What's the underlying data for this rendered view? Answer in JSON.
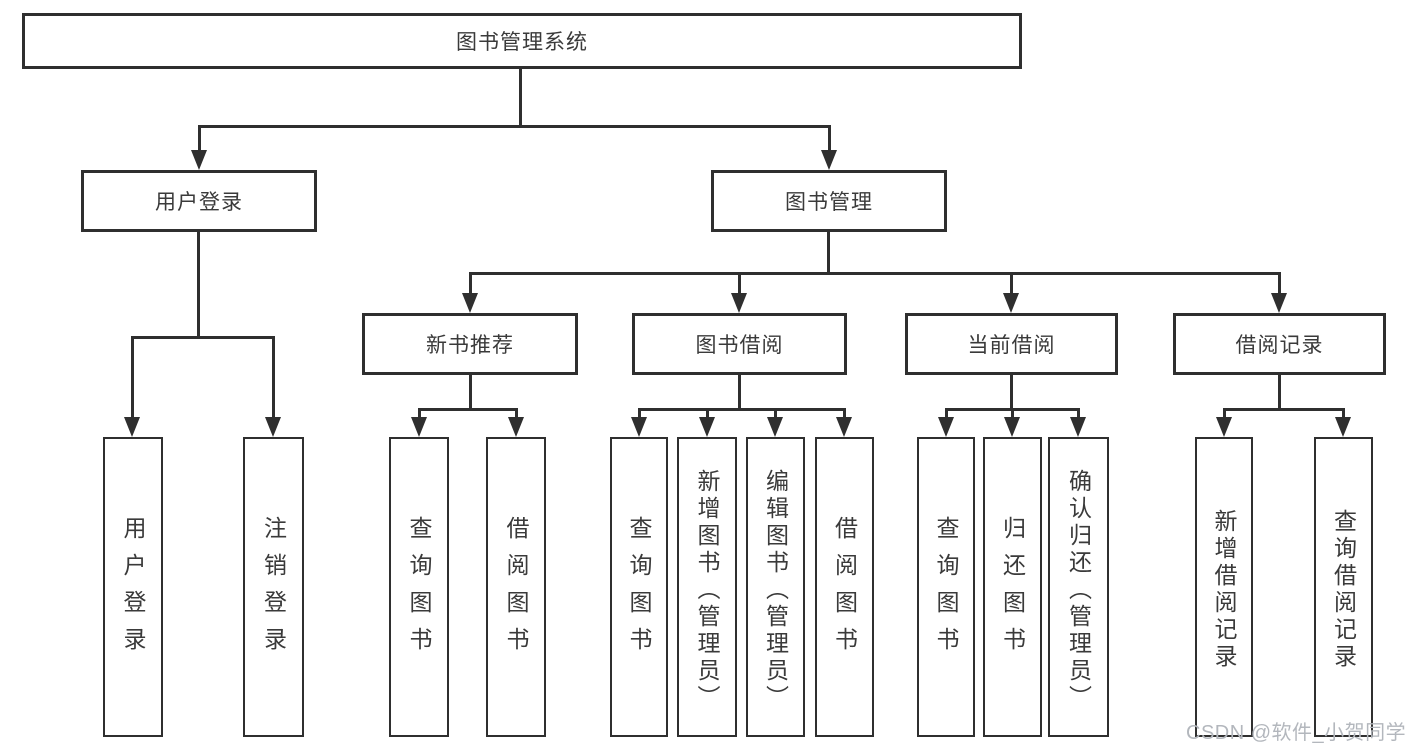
{
  "diagram": {
    "root": {
      "label": "图书管理系统"
    },
    "branches": [
      {
        "label": "用户登录",
        "children": [
          {
            "label": "用户登录"
          },
          {
            "label": "注销登录"
          }
        ]
      },
      {
        "label": "图书管理",
        "children": [
          {
            "label": "新书推荐",
            "children": [
              {
                "label": "查询图书"
              },
              {
                "label": "借阅图书"
              }
            ]
          },
          {
            "label": "图书借阅",
            "children": [
              {
                "label": "查询图书"
              },
              {
                "label": "新增图书（管理员）"
              },
              {
                "label": "编辑图书（管理员）"
              },
              {
                "label": "借阅图书"
              }
            ]
          },
          {
            "label": "当前借阅",
            "children": [
              {
                "label": "查询图书"
              },
              {
                "label": "归还图书"
              },
              {
                "label": "确认归还（管理员）"
              }
            ]
          },
          {
            "label": "借阅记录",
            "children": [
              {
                "label": "新增借阅记录"
              },
              {
                "label": "查询借阅记录"
              }
            ]
          }
        ]
      }
    ]
  },
  "watermark": {
    "text": "CSDN @软件_小贺同学"
  },
  "colors": {
    "line": "#2f2f2f",
    "text": "#3a3a3a",
    "watermark": "#b3b7bd",
    "background": "#ffffff"
  }
}
